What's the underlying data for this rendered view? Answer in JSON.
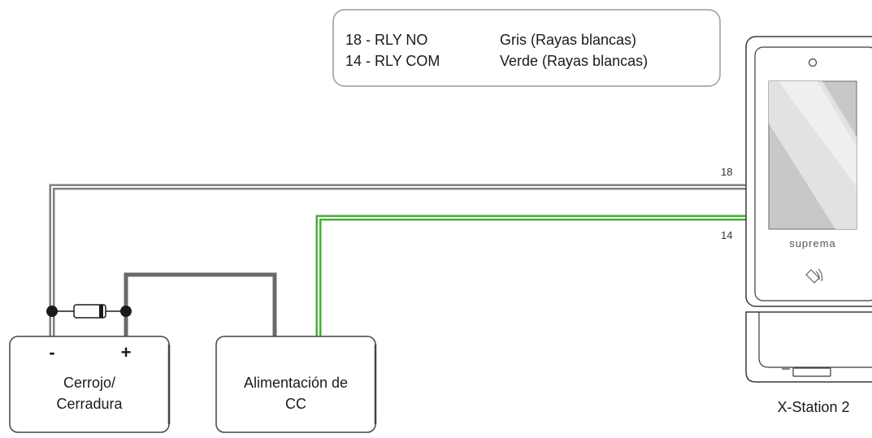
{
  "legend": {
    "rows": [
      {
        "pin": "18 - RLY NO",
        "color": "Gris (Rayas blancas)"
      },
      {
        "pin": "14 - RLY COM",
        "color": "Verde (Rayas blancas)"
      }
    ]
  },
  "wires": {
    "pin_18": "18",
    "pin_14": "14",
    "gray_color": "#808080",
    "green_color": "#45b035",
    "dark_color": "#6a6a6a"
  },
  "lock": {
    "minus": "-",
    "plus": "+",
    "line1": "Cerrojo/",
    "line2": "Cerradura"
  },
  "power": {
    "line1": "Alimentación de",
    "line2": "CC"
  },
  "device": {
    "brand": "suprema",
    "name": "X-Station 2"
  }
}
